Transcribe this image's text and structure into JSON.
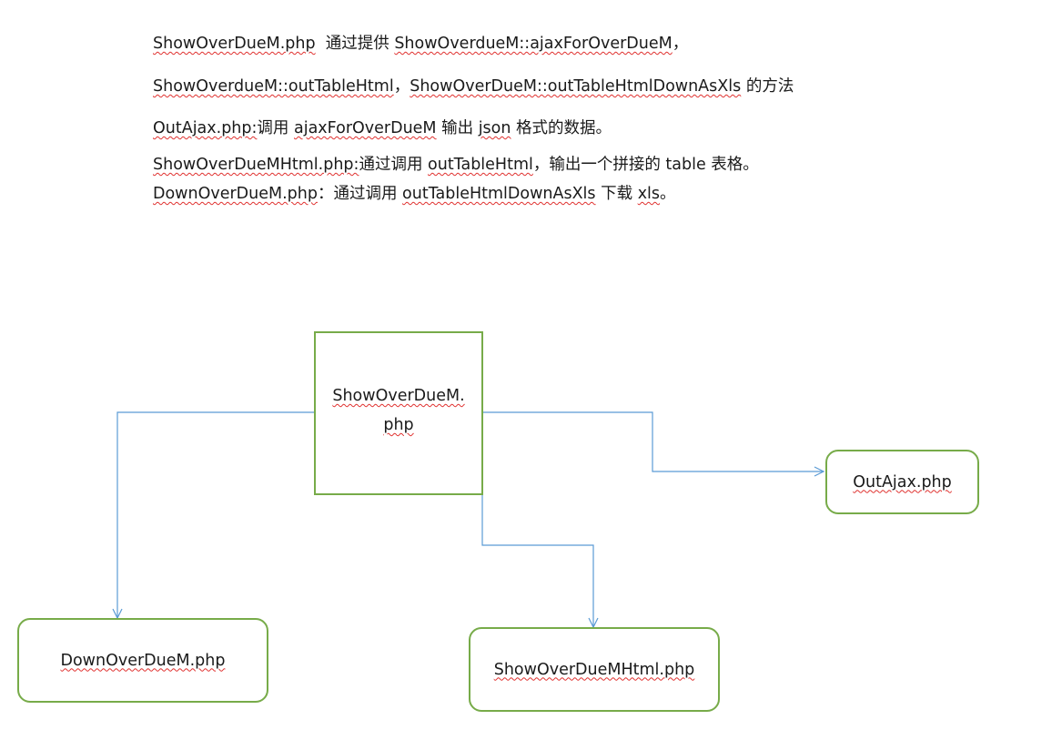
{
  "description_lines": [
    {
      "segments": [
        {
          "text": "ShowOverDueM.php",
          "squiggle": true
        },
        {
          "text": "  通过提供 ",
          "squiggle": false
        },
        {
          "text": "ShowOverdueM::ajaxForOverDueM",
          "squiggle": true
        },
        {
          "text": "，",
          "squiggle": false
        }
      ]
    },
    {
      "segments": [
        {
          "text": "ShowOverdueM::outTableHtml",
          "squiggle": true
        },
        {
          "text": "，",
          "squiggle": false
        },
        {
          "text": "ShowOverDueM::outTableHtmlDownAsXls",
          "squiggle": true
        },
        {
          "text": " 的方法",
          "squiggle": false
        }
      ]
    },
    {
      "segments": [
        {
          "text": "OutAjax.php:",
          "squiggle": true
        },
        {
          "text": "调用 ",
          "squiggle": false
        },
        {
          "text": "ajaxForOverDueM",
          "squiggle": true
        },
        {
          "text": " 输出 ",
          "squiggle": false
        },
        {
          "text": "json",
          "squiggle": true
        },
        {
          "text": " 格式的数据。",
          "squiggle": false
        }
      ]
    },
    {
      "segments": [
        {
          "text": "ShowOverDueMHtml.php:",
          "squiggle": true
        },
        {
          "text": "通过调用 ",
          "squiggle": false
        },
        {
          "text": "outTableHtml",
          "squiggle": true
        },
        {
          "text": "，输出一个拼接的 table 表格。",
          "squiggle": false
        }
      ]
    },
    {
      "segments": [
        {
          "text": "DownOverDueM.php",
          "squiggle": true
        },
        {
          "text": "：通过调用 ",
          "squiggle": false
        },
        {
          "text": "outTableHtmlDownAsXls",
          "squiggle": true
        },
        {
          "text": " 下载 ",
          "squiggle": false
        },
        {
          "text": "xls",
          "squiggle": true
        },
        {
          "text": "。",
          "squiggle": false
        }
      ]
    }
  ],
  "diagram": {
    "center_node": {
      "line1": "ShowOverDueM.",
      "line2": "php"
    },
    "nodes": {
      "outajax": "OutAjax.php",
      "down": "DownOverDueM.php",
      "html": "ShowOverDueMHtml.php"
    },
    "border_color": "#77ab49",
    "connector_color": "#5b9bd5"
  }
}
